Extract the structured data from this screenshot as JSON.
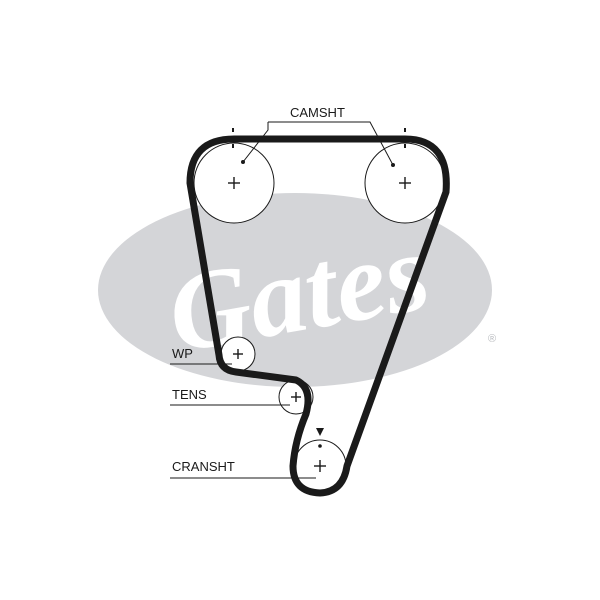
{
  "brand": {
    "logo_text": "Gates",
    "registered_mark": "®",
    "ellipse_color": "#d4d5d8"
  },
  "belt": {
    "color": "#1a1a1a"
  },
  "labels": {
    "camshaft": "CAMSHT",
    "water_pump": "WP",
    "tensioner": "TENS",
    "crankshaft": "CRANSHT"
  }
}
